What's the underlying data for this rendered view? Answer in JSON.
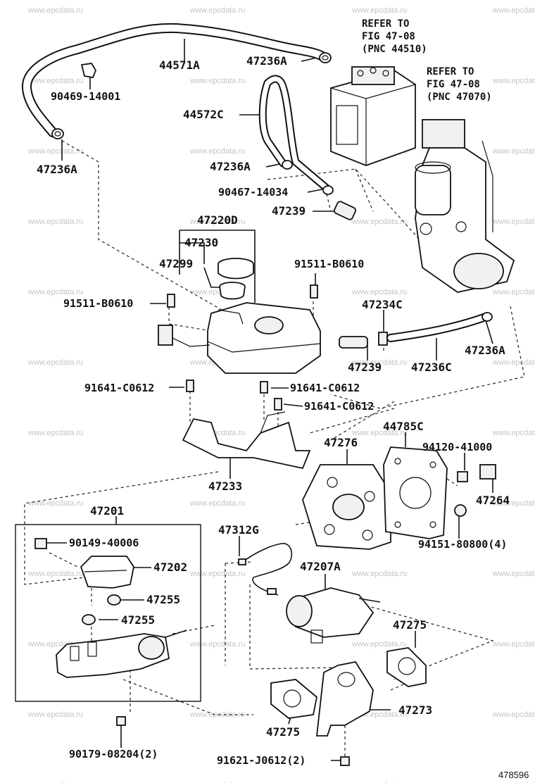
{
  "watermark_text": "www.epcdata.ru",
  "figure_number": "478596",
  "references": [
    {
      "id": "ref-44510",
      "lines": [
        "REFER TO",
        "FIG 47-08",
        "(PNC 44510)"
      ]
    },
    {
      "id": "ref-47070",
      "lines": [
        "REFER TO",
        "FIG 47-08",
        "(PNC 47070)"
      ]
    }
  ],
  "part_labels": [
    {
      "id": "44571A",
      "text": "44571A"
    },
    {
      "id": "47236A-top",
      "text": "47236A"
    },
    {
      "id": "90469-14001",
      "text": "90469-14001"
    },
    {
      "id": "47236A-left",
      "text": "47236A"
    },
    {
      "id": "44572C",
      "text": "44572C"
    },
    {
      "id": "47236A-mid",
      "text": "47236A"
    },
    {
      "id": "90467-14034",
      "text": "90467-14034"
    },
    {
      "id": "47239-top",
      "text": "47239"
    },
    {
      "id": "47220D",
      "text": "47220D"
    },
    {
      "id": "47230",
      "text": "47230"
    },
    {
      "id": "47299",
      "text": "47299"
    },
    {
      "id": "91511-B0610-right",
      "text": "91511-B0610"
    },
    {
      "id": "91511-B0610-left",
      "text": "91511-B0610"
    },
    {
      "id": "47234C",
      "text": "47234C"
    },
    {
      "id": "47236A-right",
      "text": "47236A"
    },
    {
      "id": "47239-mid",
      "text": "47239"
    },
    {
      "id": "47236C",
      "text": "47236C"
    },
    {
      "id": "91641-C0612-left",
      "text": "91641-C0612"
    },
    {
      "id": "91641-C0612-mid",
      "text": "91641-C0612"
    },
    {
      "id": "91641-C0612-right",
      "text": "91641-C0612"
    },
    {
      "id": "44785C",
      "text": "44785C"
    },
    {
      "id": "47276",
      "text": "47276"
    },
    {
      "id": "94120-41000",
      "text": "94120-41000"
    },
    {
      "id": "47233",
      "text": "47233"
    },
    {
      "id": "47264",
      "text": "47264"
    },
    {
      "id": "47201",
      "text": "47201"
    },
    {
      "id": "94151-80800",
      "text": "94151-80800(4)"
    },
    {
      "id": "90149-40006",
      "text": "90149-40006"
    },
    {
      "id": "47312G",
      "text": "47312G"
    },
    {
      "id": "47202",
      "text": "47202"
    },
    {
      "id": "47207A",
      "text": "47207A"
    },
    {
      "id": "47255-a",
      "text": "47255"
    },
    {
      "id": "47255-b",
      "text": "47255"
    },
    {
      "id": "47275-right",
      "text": "47275"
    },
    {
      "id": "47273",
      "text": "47273"
    },
    {
      "id": "47275-left",
      "text": "47275"
    },
    {
      "id": "90179-08204",
      "text": "90179-08204(2)"
    },
    {
      "id": "91621-J0612",
      "text": "91621-J0612(2)"
    }
  ]
}
